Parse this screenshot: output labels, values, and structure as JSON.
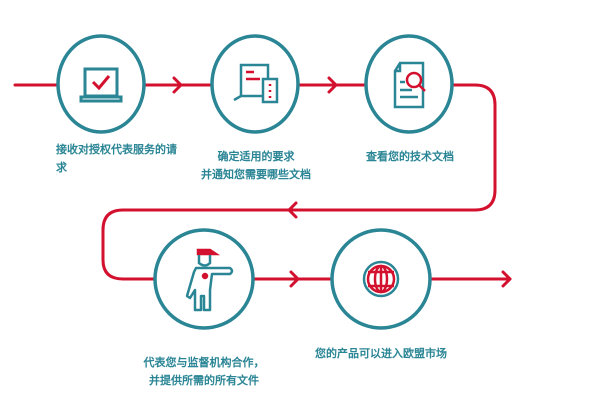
{
  "colors": {
    "line": "#d3112f",
    "circle": "#2a8595"
  },
  "steps": [
    {
      "icon": "laptop-check-icon",
      "lines": [
        "接收对授权代表服务的请",
        "求"
      ]
    },
    {
      "icon": "devices-document-icon",
      "lines": [
        "确定适用的要求",
        "并通知您需要哪些文档"
      ]
    },
    {
      "icon": "document-search-icon",
      "lines": [
        "查看您的技术文档"
      ]
    },
    {
      "icon": "representative-person-icon",
      "lines": [
        "代表您与监督机构合作，",
        "并提供所需的所有文件"
      ]
    },
    {
      "icon": "globe-icon",
      "lines": [
        "您的产品可以进入欧盟市场"
      ]
    }
  ]
}
